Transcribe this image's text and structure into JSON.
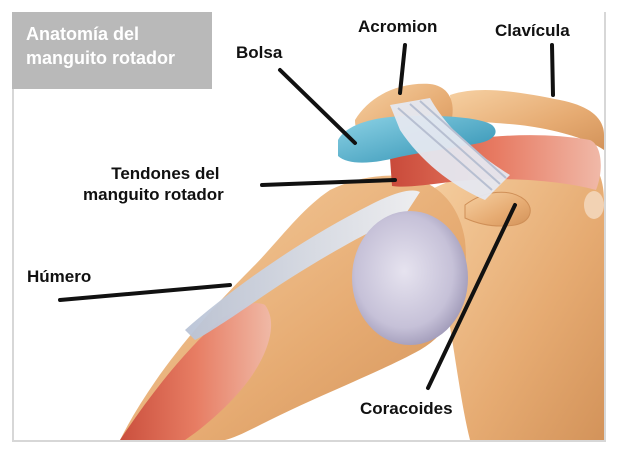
{
  "title": {
    "line1": "Anatomía del",
    "line2": "manguito rotador"
  },
  "labels": {
    "bursa": "Bolsa",
    "acromion": "Acromion",
    "clavicle": "Clavícula",
    "tendons_line1": "Tendones del",
    "tendons_line2": "manguito rotador",
    "humerus": "Húmero",
    "coracoid": "Coracoides"
  },
  "colors": {
    "title_background": "#b9b9b9",
    "bone": "#e8b47e",
    "muscle": "#e06a52",
    "bursa": "#4aa8c4",
    "ligament": "#dfe4ee",
    "humeral_head": "#c7c3d8",
    "leader_line": "#111111"
  }
}
